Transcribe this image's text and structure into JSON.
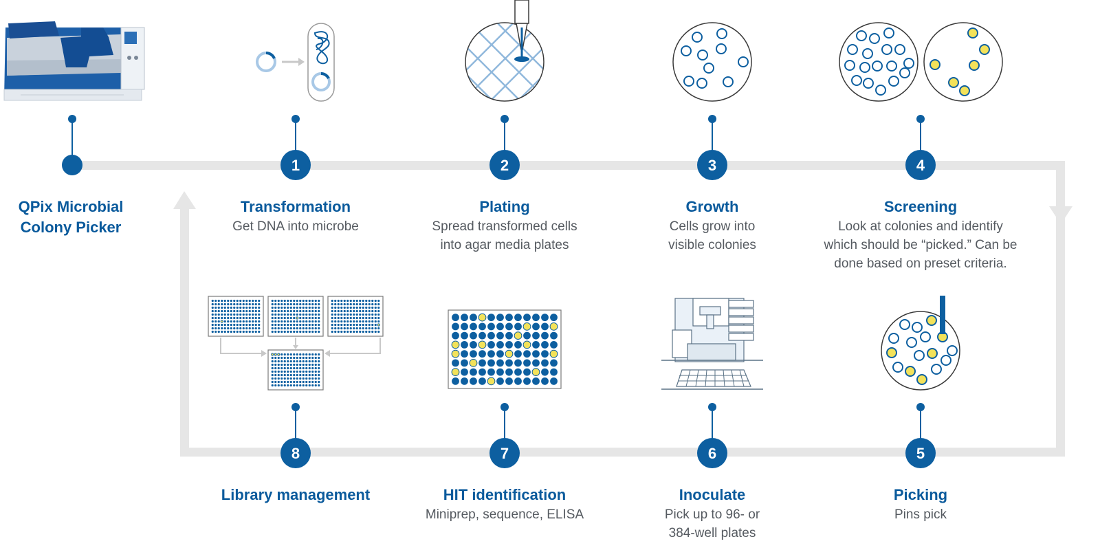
{
  "product": {
    "title_line1": "QPix Microbial",
    "title_line2": "Colony Picker"
  },
  "steps": [
    {
      "number": "1",
      "title": "Transformation",
      "desc": [
        "Get DNA into microbe"
      ]
    },
    {
      "number": "2",
      "title": "Plating",
      "desc": [
        "Spread transformed cells",
        "into agar media plates"
      ]
    },
    {
      "number": "3",
      "title": "Growth",
      "desc": [
        "Cells grow into",
        "visible colonies"
      ]
    },
    {
      "number": "4",
      "title": "Screening",
      "desc": [
        "Look at colonies and identify",
        "which should be “picked.” Can be",
        "done based on preset criteria."
      ]
    },
    {
      "number": "5",
      "title": "Picking",
      "desc": [
        "Pins pick"
      ]
    },
    {
      "number": "6",
      "title": "Inoculate",
      "desc": [
        "Pick up to 96- or",
        "384-well plates"
      ]
    },
    {
      "number": "7",
      "title": "HIT identification",
      "desc": [
        "Miniprep, sequence, ELISA"
      ]
    },
    {
      "number": "8",
      "title": "Library management",
      "desc": []
    }
  ],
  "colors": {
    "primary_blue": "#0a5a9c",
    "node_blue": "#0d5fa0",
    "track_gray": "#e6e6e6",
    "highlight_yellow": "#f3e25a",
    "text_gray": "#555a60"
  }
}
